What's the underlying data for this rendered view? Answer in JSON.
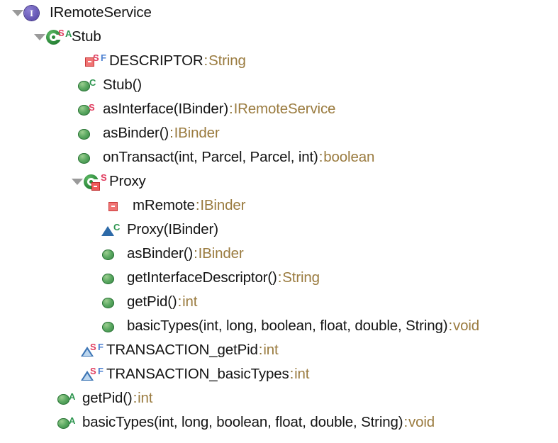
{
  "view": {
    "name": "java-outline-view",
    "background": "#ffffff",
    "text_color": "#141414",
    "type_color": "#9a7b3f",
    "separator_color": "#8a6f33"
  },
  "legend": {
    "interface_icon_color": "#5b4cab",
    "class_icon_color": "#2e8b3c",
    "method_icon_color": "#4f9a55",
    "private_field_icon_color": "#ef5a5a",
    "package_field_icon_color": "#3b74b4",
    "static_decorator_color": "#e03b5e",
    "abstract_decorator_color": "#2e9650",
    "final_decorator_color": "#4a7fd1"
  },
  "rows": [
    {
      "id": "iremoteservice",
      "indent": "lvl0",
      "expanded": true,
      "twisty": true,
      "icon": "interface-icon",
      "decorators": [],
      "name": "IRemoteService",
      "separator": "",
      "type": ""
    },
    {
      "id": "stub",
      "indent": "lvl1",
      "expanded": true,
      "twisty": true,
      "icon": "class-icon",
      "decorators": [
        "static",
        "abstract"
      ],
      "name": "Stub",
      "separator": "",
      "type": ""
    },
    {
      "id": "descriptor",
      "indent": "lvl2",
      "expanded": false,
      "twisty": false,
      "icon": "private-field-icon",
      "decorators": [
        "static",
        "final"
      ],
      "name": "DESCRIPTOR",
      "separator": ":",
      "type": "String"
    },
    {
      "id": "stub-ctor",
      "indent": "lvl2b",
      "expanded": false,
      "twisty": false,
      "icon": "method-icon",
      "decorators": [
        "constructor"
      ],
      "name": "Stub()",
      "separator": "",
      "type": ""
    },
    {
      "id": "asinterface",
      "indent": "lvl2b",
      "expanded": false,
      "twisty": false,
      "icon": "method-icon",
      "decorators": [
        "static"
      ],
      "name": "asInterface(IBinder)",
      "separator": ":",
      "type": "IRemoteService"
    },
    {
      "id": "asbinder-stub",
      "indent": "lvl2b",
      "expanded": false,
      "twisty": false,
      "icon": "method-icon",
      "decorators": [],
      "name": "asBinder()",
      "separator": ":",
      "type": "IBinder"
    },
    {
      "id": "ontransact",
      "indent": "lvl2b",
      "expanded": false,
      "twisty": false,
      "icon": "method-icon",
      "decorators": [],
      "name": "onTransact(int, Parcel, Parcel, int)",
      "separator": ":",
      "type": "boolean"
    },
    {
      "id": "proxy",
      "indent": "lvl2",
      "expanded": true,
      "twisty": true,
      "icon": "private-class-icon",
      "decorators": [
        "static"
      ],
      "name": "Proxy",
      "separator": "",
      "type": ""
    },
    {
      "id": "mremote",
      "indent": "lvl3",
      "expanded": false,
      "twisty": false,
      "icon": "private-field-icon",
      "decorators": [],
      "name": "mRemote",
      "separator": ":",
      "type": "IBinder"
    },
    {
      "id": "proxy-ctor",
      "indent": "lvl3b",
      "expanded": false,
      "twisty": false,
      "icon": "package-constructor-icon",
      "decorators": [
        "constructor"
      ],
      "name": "Proxy(IBinder)",
      "separator": "",
      "type": ""
    },
    {
      "id": "asbinder-proxy",
      "indent": "lvl3b",
      "expanded": false,
      "twisty": false,
      "icon": "method-icon",
      "decorators": [],
      "name": "asBinder()",
      "separator": ":",
      "type": "IBinder"
    },
    {
      "id": "getinterfacedescriptor",
      "indent": "lvl3b",
      "expanded": false,
      "twisty": false,
      "icon": "method-icon",
      "decorators": [],
      "name": "getInterfaceDescriptor()",
      "separator": ":",
      "type": "String"
    },
    {
      "id": "getpid-proxy",
      "indent": "lvl3b",
      "expanded": false,
      "twisty": false,
      "icon": "method-icon",
      "decorators": [],
      "name": "getPid()",
      "separator": ":",
      "type": "int"
    },
    {
      "id": "basictypes-proxy",
      "indent": "lvl3b",
      "expanded": false,
      "twisty": false,
      "icon": "method-icon",
      "decorators": [],
      "name": "basicTypes(int, long, boolean, float, double, String)",
      "separator": ":",
      "type": "void"
    },
    {
      "id": "transaction-getpid",
      "indent": "lvl-tx",
      "expanded": false,
      "twisty": false,
      "icon": "package-field-icon",
      "decorators": [
        "static",
        "final"
      ],
      "name": "TRANSACTION_getPid",
      "separator": ":",
      "type": "int"
    },
    {
      "id": "transaction-basictypes",
      "indent": "lvl-tx",
      "expanded": false,
      "twisty": false,
      "icon": "package-field-icon",
      "decorators": [
        "static",
        "final"
      ],
      "name": "TRANSACTION_basicTypes",
      "separator": ":",
      "type": "int"
    },
    {
      "id": "getpid-iface",
      "indent": "lvl-bot",
      "expanded": false,
      "twisty": false,
      "icon": "method-icon",
      "decorators": [
        "abstract"
      ],
      "name": "getPid()",
      "separator": ":",
      "type": "int"
    },
    {
      "id": "basictypes-iface",
      "indent": "lvl-bot",
      "expanded": false,
      "twisty": false,
      "icon": "method-icon",
      "decorators": [
        "abstract"
      ],
      "name": "basicTypes(int, long, boolean, float, double, String)",
      "separator": ":",
      "type": "void"
    }
  ],
  "decorator_glyphs": {
    "static": "S",
    "abstract": "A",
    "final": "F",
    "constructor": "C",
    "interface": "I"
  }
}
